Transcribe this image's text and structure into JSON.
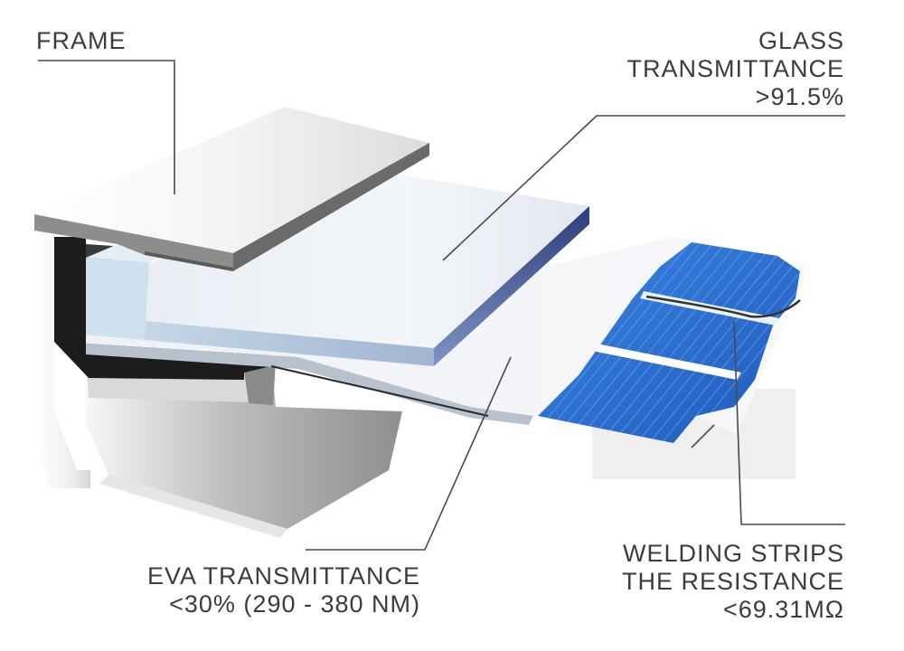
{
  "labels": {
    "frame": {
      "line1": "FRAME"
    },
    "glass": {
      "line1": "GLASS",
      "line2": "TRANSMITTANCE",
      "line3": ">91.5%"
    },
    "eva": {
      "line1": "EVA TRANSMITTANCE",
      "line2": "<30% (290 - 380 NM)"
    },
    "welding": {
      "line1": "WELDING STRIPS",
      "line2": "THE RESISTANCE",
      "line3": "<69.31MΩ"
    }
  },
  "colors": {
    "background": "#ffffff",
    "text": "#3c3c3c",
    "leader_line": "#4a4a4a",
    "frame_light": "#f2f2f2",
    "frame_mid": "#c9c9c9",
    "frame_dark": "#1f1f1f",
    "glass": "#e3ebf3",
    "glass_edge": "#3e4f8c",
    "cell_blue": "#2b6fd0"
  }
}
